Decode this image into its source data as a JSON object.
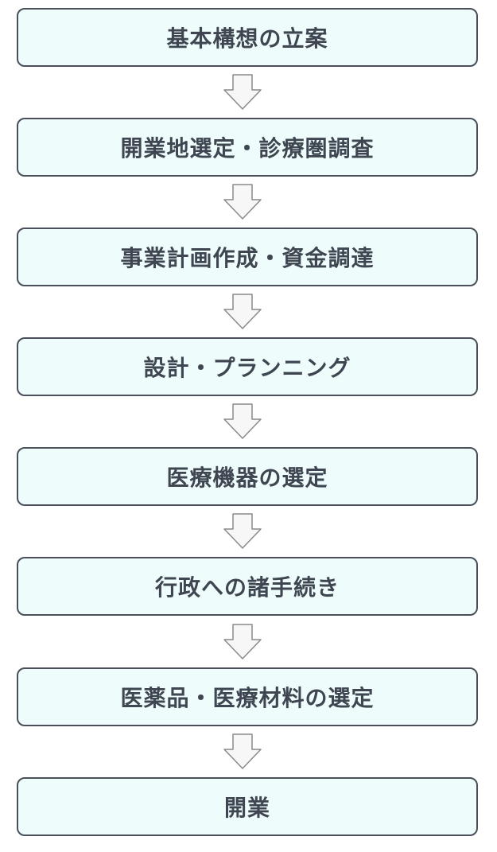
{
  "flowchart": {
    "steps": [
      {
        "label": "基本構想の立案"
      },
      {
        "label": "開業地選定・診療圏調査"
      },
      {
        "label": "事業計画作成・資金調達"
      },
      {
        "label": "設計・プランニング"
      },
      {
        "label": "医療機器の選定"
      },
      {
        "label": "行政への諸手続き"
      },
      {
        "label": "医薬品・医療材料の選定"
      },
      {
        "label": "開業"
      }
    ],
    "colors": {
      "box_fill": "#eefdfb",
      "box_border": "#4a4f5a",
      "text": "#3f4652",
      "arrow_fill": "#f7f7f7",
      "arrow_stroke": "#8a8a8a"
    }
  }
}
